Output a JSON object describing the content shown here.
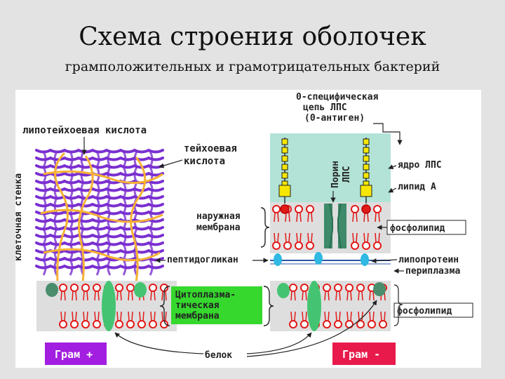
{
  "title": "Схема строения оболочек",
  "subtitle": "грамположительных и грамотрицательных бактерий",
  "labels": {
    "lipoteichoic": "липотейхоевая кислота",
    "teichoic_1": "тейхоевая",
    "teichoic_2": "кислота",
    "cell_wall": "клеточная стенка",
    "o_chain_1": "0-специфическая",
    "o_chain_2": "цепь ЛПС",
    "o_chain_3": "(0-антиген)",
    "porin": "Порин",
    "lps": "ЛПС",
    "lps_core": "ядро ЛПС",
    "lipid_a": "липид А",
    "outer_membrane_1": "наружная",
    "outer_membrane_2": "мембрана",
    "phospholipid_top": "фосфолипид",
    "peptidoglycan": "пептидогликан",
    "lipoprotein": "липопротеин",
    "periplasm": "периплазма",
    "cytoplasmic_1": "Цитоплазма-",
    "cytoplasmic_2": "тическая",
    "cytoplasmic_3": "мембрана",
    "phospholipid_bottom": "фосфолипид",
    "protein": "белок"
  },
  "badges": {
    "gram_pos": "Грам +",
    "gram_neg": "Грам -"
  },
  "colors": {
    "purple": "#7a2fd0",
    "orange": "#f7b233",
    "teal": "#b2e3d6",
    "yellow": "#f6e700",
    "red": "#e31818",
    "green": "#4cc477",
    "cyan": "#2fb9e3",
    "membrane_gray": "#dedede",
    "cyto_label_bg": "#36d82e",
    "gram_pos_bg": "#a21ee0",
    "gram_neg_bg": "#e81a4b"
  }
}
